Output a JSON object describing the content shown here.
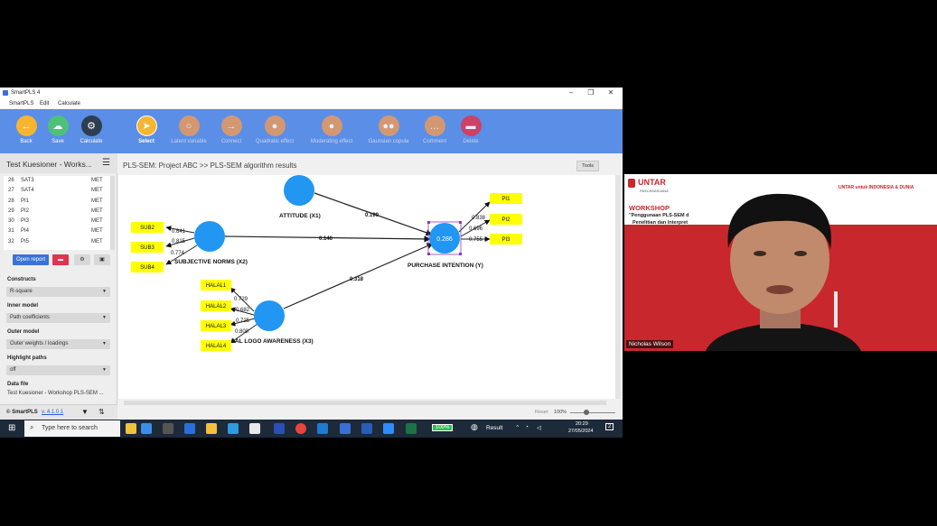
{
  "window": {
    "title": "SmartPLS 4",
    "controls": [
      "–",
      "❐",
      "✕"
    ]
  },
  "menu": [
    "SmartPLS",
    "Edit",
    "Calculate"
  ],
  "toolbar": [
    {
      "label": "Back",
      "icon": "back-arrow-icon",
      "color": "#f6b531"
    },
    {
      "label": "Save",
      "icon": "cloud-upload-icon",
      "color": "#4fc07a"
    },
    {
      "label": "Calculate",
      "icon": "gear-icon",
      "color": "#2d3e50"
    },
    {
      "label": "Select",
      "icon": "cursor-icon",
      "color": "#f6b531"
    },
    {
      "label": "Latent variable",
      "icon": "circle-icon",
      "color": "#e89a5e"
    },
    {
      "label": "Connect",
      "icon": "arrow-right-icon",
      "color": "#e89a5e"
    },
    {
      "label": "Quadratic effect",
      "icon": "user-icon",
      "color": "#e89a5e"
    },
    {
      "label": "Moderating effect",
      "icon": "user-icon",
      "color": "#e89a5e"
    },
    {
      "label": "Gaussian copula",
      "icon": "users-icon",
      "color": "#e89a5e"
    },
    {
      "label": "Comment",
      "icon": "comment-icon",
      "color": "#e89a5e"
    },
    {
      "label": "Delete",
      "icon": "trash-icon",
      "color": "#e0344f"
    }
  ],
  "workspace": {
    "title": "Test Kuesioner - Works...",
    "items": [
      {
        "n": "26",
        "name": "SAT3",
        "type": "MET"
      },
      {
        "n": "27",
        "name": "SAT4",
        "type": "MET"
      },
      {
        "n": "28",
        "name": "PI1",
        "type": "MET"
      },
      {
        "n": "29",
        "name": "PI2",
        "type": "MET"
      },
      {
        "n": "30",
        "name": "PI3",
        "type": "MET"
      },
      {
        "n": "31",
        "name": "PI4",
        "type": "MET"
      },
      {
        "n": "32",
        "name": "PI5",
        "type": "MET"
      }
    ],
    "open_report": "Open report"
  },
  "settings": {
    "constructs_label": "Constructs",
    "constructs_value": "R-square",
    "inner_label": "Inner model",
    "inner_value": "Path coefficients",
    "outer_label": "Outer model",
    "outer_value": "Outer weights / loadings",
    "highlight_label": "Highlight paths",
    "highlight_value": "off",
    "datafile_label": "Data file",
    "datafile_value": "Test Kuesioner - Workshop PLS-SEM ..."
  },
  "footer": {
    "brand": "© SmartPLS",
    "version": "v. 4.1.0.1"
  },
  "main": {
    "breadcrumb": "PLS-SEM: Project ABC >> PLS-SEM algorithm results",
    "tools": "Tools",
    "reset": "Reset",
    "zoom": "100%"
  },
  "model": {
    "constructs": {
      "attitude": "ATTITUDE (X1)",
      "subjective": "SUBJECTIVE NORMS (X2)",
      "halal": "LAL LOGO AWARENESS (X3)",
      "purchase": "PURCHASE INTENTION (Y)",
      "r2": "0.286"
    },
    "paths": {
      "att": "0.199",
      "sub": "0.146",
      "hal": "0.318"
    },
    "sub_ind": [
      {
        "label": "SUB2",
        "load": "0.641"
      },
      {
        "label": "SUB3",
        "load": "0.815"
      },
      {
        "label": "SUB4",
        "load": "0.774"
      }
    ],
    "halal_ind": [
      {
        "label": "HALAL1",
        "load": "0.729"
      },
      {
        "label": "HALAL2",
        "load": "0.682"
      },
      {
        "label": "HALAL3",
        "load": "0.725"
      },
      {
        "label": "HALAL4",
        "load": "0.808"
      }
    ],
    "pi_ind": [
      {
        "label": "PI1",
        "load": "0.838"
      },
      {
        "label": "PI2",
        "load": "0.696"
      },
      {
        "label": "PI3",
        "load": "0.755"
      }
    ]
  },
  "taskbar": {
    "search_placeholder": "Type here to search",
    "battery": "100%",
    "result": "Result",
    "time": "20:29",
    "date": "27/05/2024",
    "notif": "2"
  },
  "webcam": {
    "brand": "UNTAR",
    "brand_sub": "PASCASARJANA",
    "tagline": "UNTAR untuk INDONESIA & DUNIA",
    "workshop": "WORKSHOP",
    "workshop_line1": "\"Penggunaan PLS-SEM d",
    "workshop_line2": "Penelitian dan Interpret",
    "name": "Nicholas Wilson"
  }
}
